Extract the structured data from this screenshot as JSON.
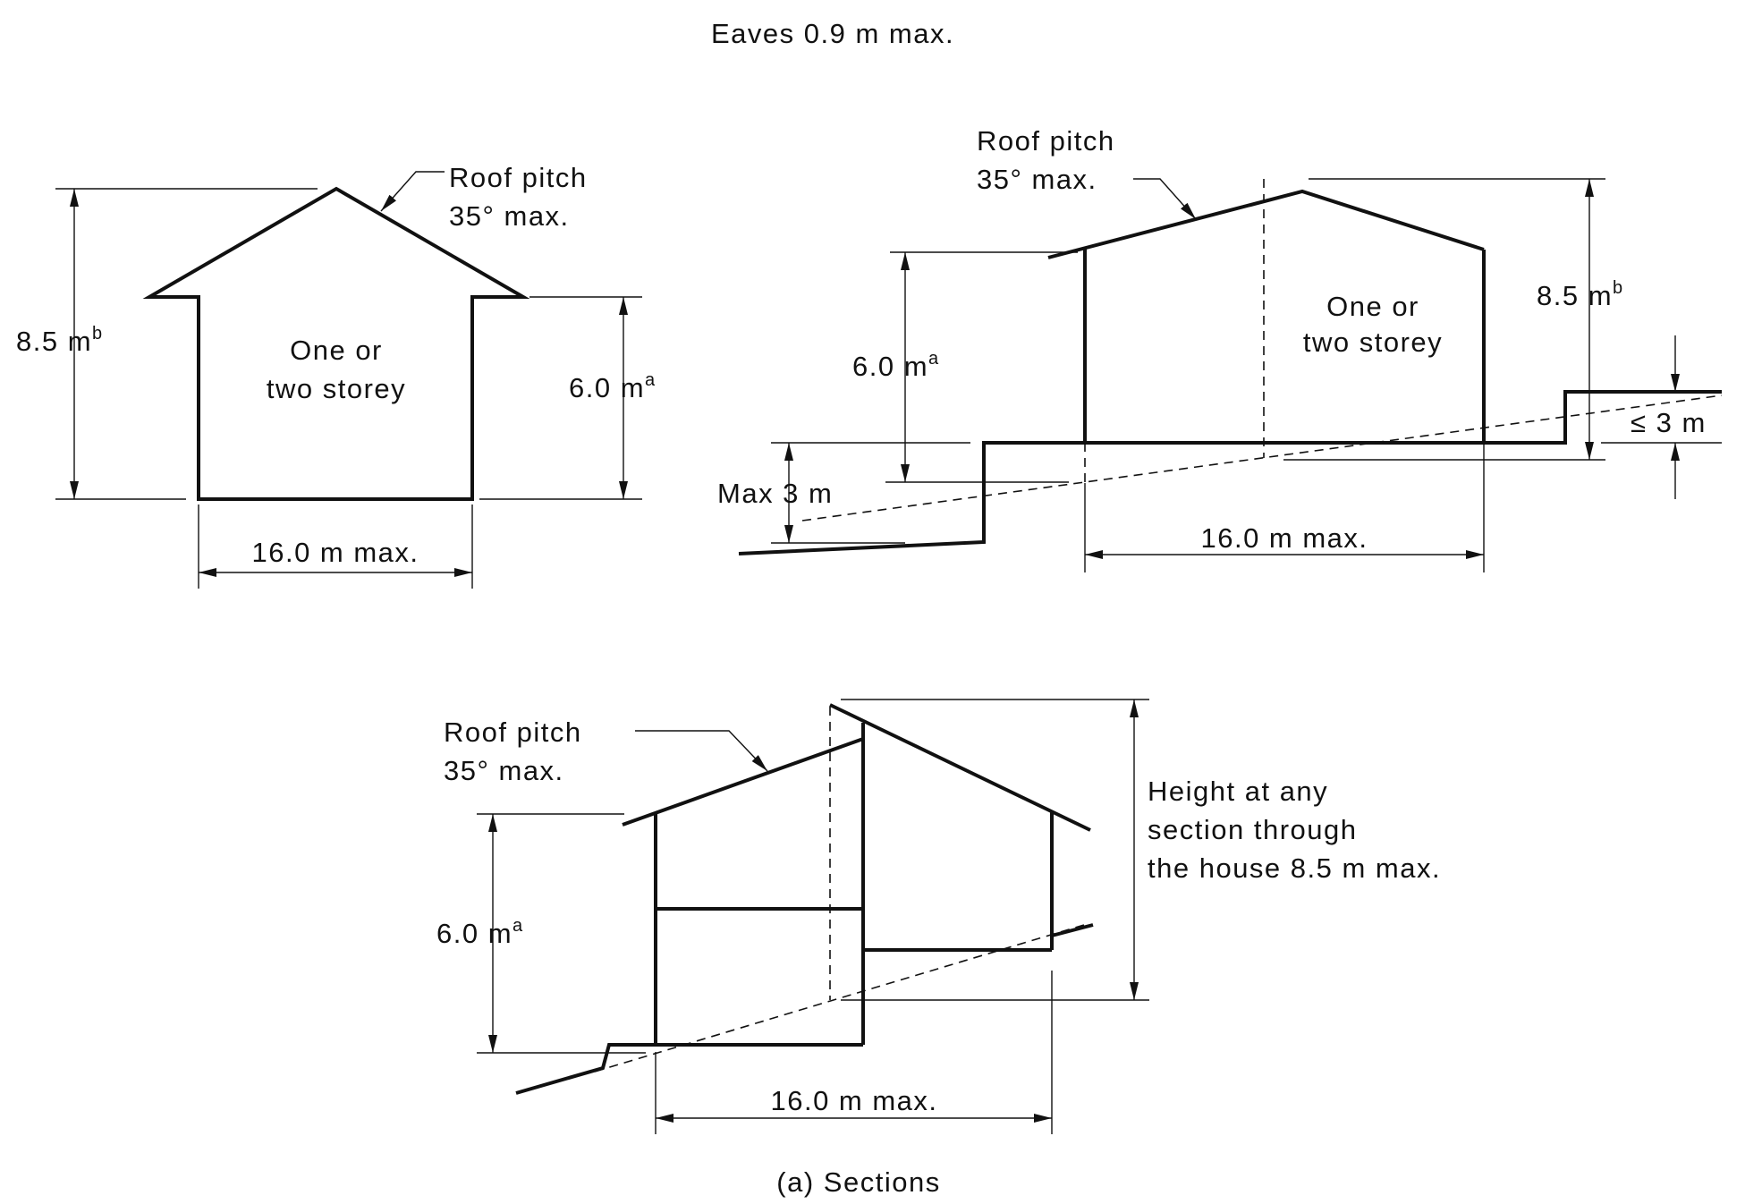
{
  "header": {
    "eaves_note": "Eaves 0.9 m max."
  },
  "section_1": {
    "roof_pitch_line1": "Roof pitch",
    "roof_pitch_line2": "35° max.",
    "height_total": "8.5 m",
    "height_total_sup": "b",
    "height_wall": "6.0 m",
    "height_wall_sup": "a",
    "storey_line1": "One or",
    "storey_line2": "two storey",
    "width": "16.0 m max."
  },
  "section_2": {
    "roof_pitch_line1": "Roof pitch",
    "roof_pitch_line2": "35° max.",
    "height_total": "8.5 m",
    "height_total_sup": "b",
    "height_wall": "6.0 m",
    "height_wall_sup": "a",
    "storey_line1": "One or",
    "storey_line2": "two storey",
    "grade_left": "Max 3 m",
    "grade_right": "≤ 3 m",
    "width": "16.0 m max."
  },
  "section_3": {
    "roof_pitch_line1": "Roof pitch",
    "roof_pitch_line2": "35° max.",
    "height_wall": "6.0 m",
    "height_wall_sup": "a",
    "height_note_line1": "Height at any",
    "height_note_line2": "section through",
    "height_note_line3": "the house 8.5 m max.",
    "width": "16.0 m max."
  },
  "caption": "(a) Sections"
}
